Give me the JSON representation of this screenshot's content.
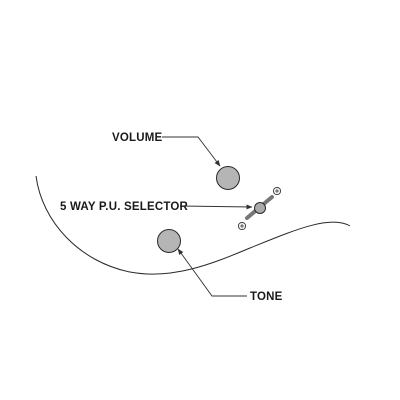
{
  "labels": {
    "volume": "VOLUME",
    "selector": "5 WAY P.U. SELECTOR",
    "tone": "TONE"
  },
  "colors": {
    "background": "#ffffff",
    "knob_fill": "#b5b5b5",
    "lever_tip": "#aaaaaa",
    "line": "#2a2a2a"
  }
}
